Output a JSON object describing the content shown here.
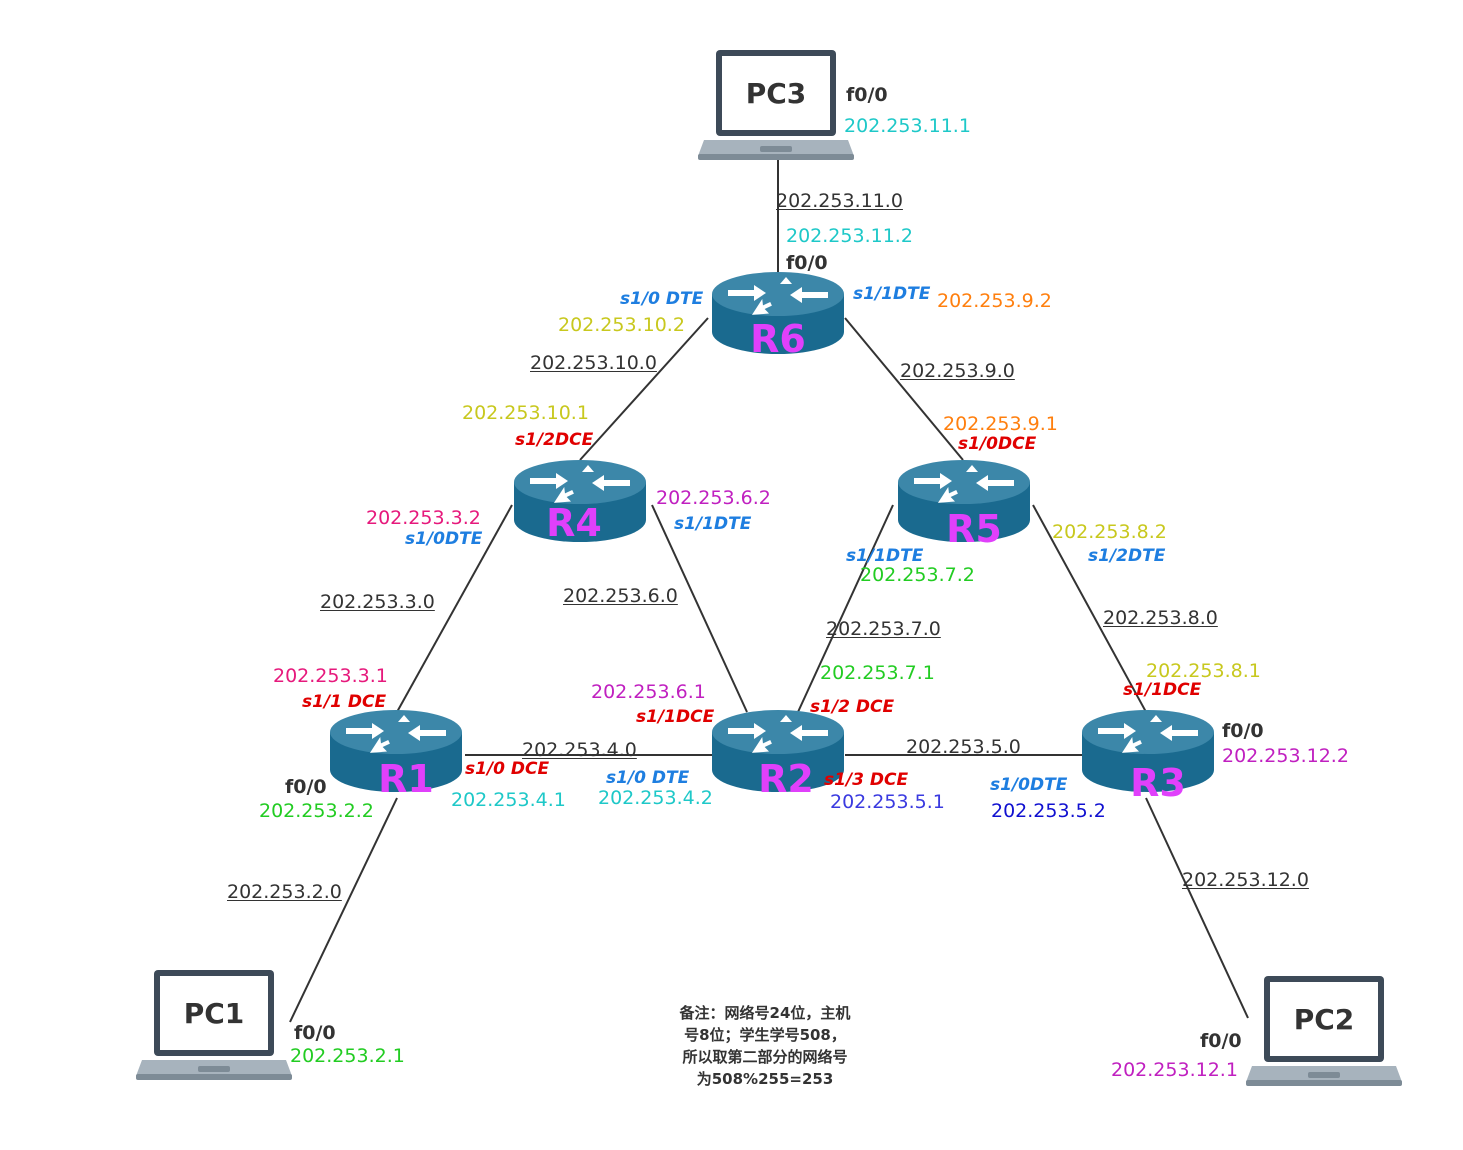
{
  "colors": {
    "router_body": "#1a6a8f",
    "router_top": "#3c87a9",
    "router_label": "#e040fb",
    "link": "#333333",
    "laptop_frame": "#3d4a58",
    "laptop_screen": "#ffffff",
    "laptop_base": "#a7b3bd",
    "dte": "#1e7ee0",
    "dce": "#e00000"
  },
  "routers": [
    {
      "id": "R1",
      "label": "R1"
    },
    {
      "id": "R2",
      "label": "R2"
    },
    {
      "id": "R3",
      "label": "R3"
    },
    {
      "id": "R4",
      "label": "R4"
    },
    {
      "id": "R5",
      "label": "R5"
    },
    {
      "id": "R6",
      "label": "R6"
    }
  ],
  "pcs": [
    {
      "id": "PC1",
      "label": "PC1"
    },
    {
      "id": "PC2",
      "label": "PC2"
    },
    {
      "id": "PC3",
      "label": "PC3"
    }
  ],
  "networks": {
    "n2": "202.253.2.0",
    "n3": "202.253.3.0",
    "n4": "202.253.4.0",
    "n5": "202.253.5.0",
    "n6": "202.253.6.0",
    "n7": "202.253.7.0",
    "n8": "202.253.8.0",
    "n9": "202.253.9.0",
    "n10": "202.253.10.0",
    "n11": "202.253.11.0",
    "n12": "202.253.12.0"
  },
  "addresses": {
    "a2_1": "202.253.2.1",
    "a2_2": "202.253.2.2",
    "a3_1": "202.253.3.1",
    "a3_2": "202.253.3.2",
    "a4_1": "202.253.4.1",
    "a4_2": "202.253.4.2",
    "a5_1": "202.253.5.1",
    "a5_2": "202.253.5.2",
    "a6_1": "202.253.6.1",
    "a6_2": "202.253.6.2",
    "a7_1": "202.253.7.1",
    "a7_2": "202.253.7.2",
    "a8_1": "202.253.8.1",
    "a8_2": "202.253.8.2",
    "a9_1": "202.253.9.1",
    "a9_2": "202.253.9.2",
    "a10_1": "202.253.10.1",
    "a10_2": "202.253.10.2",
    "a11_1": "202.253.11.1",
    "a11_2": "202.253.11.2",
    "a12_1": "202.253.12.1",
    "a12_2": "202.253.12.2"
  },
  "interfaces": {
    "r6_s10": "s1/0 DTE",
    "r6_s11": "s1/1DTE",
    "r4_s12": "s1/2DCE",
    "r4_s10": "s1/0DTE",
    "r4_s11": "s1/1DTE",
    "r5_s10": "s1/0DCE",
    "r5_s11": "s1/1DTE",
    "r5_s12": "s1/2DTE",
    "r1_s11": "s1/1 DCE",
    "r1_s10": "s1/0 DCE",
    "r2_s11": "s1/1DCE",
    "r2_s12": "s1/2 DCE",
    "r2_s10": "s1/0 DTE",
    "r2_s13": "s1/3 DCE",
    "r3_s11": "s1/1DCE",
    "r3_s10": "s1/0DTE"
  },
  "ports": {
    "fastethernet": "f0/0"
  },
  "note": {
    "line1": "备注：网络号24位，主机",
    "line2": "号8位；学生学号508，",
    "line3": "所以取第二部分的网络号",
    "line4": "为508%255=253"
  }
}
